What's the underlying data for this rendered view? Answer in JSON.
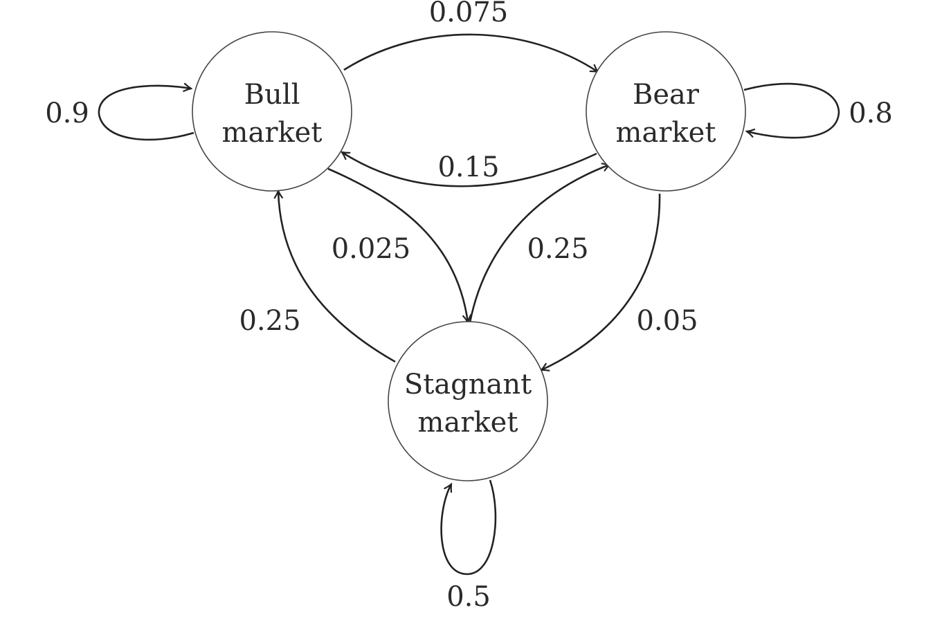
{
  "diagram": {
    "nodes": {
      "bull": {
        "line1": "Bull",
        "line2": "market"
      },
      "bear": {
        "line1": "Bear",
        "line2": "market"
      },
      "stagnant": {
        "line1": "Stagnant",
        "line2": "market"
      }
    },
    "edges": {
      "bull_to_bull": "0.9",
      "bull_to_bear": "0.075",
      "bull_to_stagnant": "0.025",
      "bear_to_bear": "0.8",
      "bear_to_bull": "0.15",
      "bear_to_stagnant": "0.05",
      "stagnant_to_stagnant": "0.5",
      "stagnant_to_bull": "0.25",
      "stagnant_to_bear": "0.25"
    }
  }
}
